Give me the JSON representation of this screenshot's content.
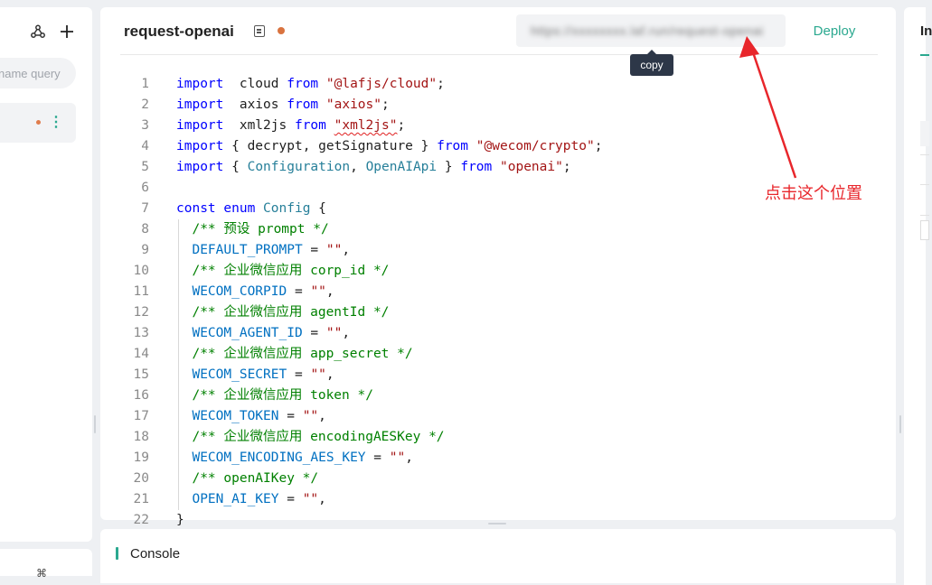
{
  "sidebar": {
    "search_placeholder": "name query",
    "function_more_icon": "⋮"
  },
  "editor": {
    "function_name": "request-openai",
    "url_text": "https://xxxxxxxx.laf.run/request-openai",
    "deploy_label": "Deploy",
    "copy_tooltip": "copy",
    "lines": [
      {
        "n": "1",
        "parts": [
          [
            "kw",
            "import"
          ],
          [
            "",
            "  cloud "
          ],
          [
            "kw",
            "from"
          ],
          [
            "",
            " "
          ],
          [
            "str",
            "\"@lafjs/cloud\""
          ],
          [
            "",
            ";"
          ]
        ]
      },
      {
        "n": "2",
        "parts": [
          [
            "kw",
            "import"
          ],
          [
            "",
            "  axios "
          ],
          [
            "kw",
            "from"
          ],
          [
            "",
            " "
          ],
          [
            "str",
            "\"axios\""
          ],
          [
            "",
            ";"
          ]
        ]
      },
      {
        "n": "3",
        "parts": [
          [
            "kw",
            "import"
          ],
          [
            "",
            "  xml2js "
          ],
          [
            "kw",
            "from"
          ],
          [
            "",
            " "
          ],
          [
            "str sq",
            "\"xml2js\""
          ],
          [
            "",
            ";"
          ]
        ]
      },
      {
        "n": "4",
        "parts": [
          [
            "kw",
            "import"
          ],
          [
            "",
            " { decrypt, getSignature } "
          ],
          [
            "kw",
            "from"
          ],
          [
            "",
            " "
          ],
          [
            "str",
            "\"@wecom/crypto\""
          ],
          [
            "",
            ";"
          ]
        ]
      },
      {
        "n": "5",
        "parts": [
          [
            "kw",
            "import"
          ],
          [
            "",
            " { "
          ],
          [
            "tp",
            "Configuration"
          ],
          [
            "",
            ", "
          ],
          [
            "tp",
            "OpenAIApi"
          ],
          [
            "",
            " } "
          ],
          [
            "kw",
            "from"
          ],
          [
            "",
            " "
          ],
          [
            "str",
            "\"openai\""
          ],
          [
            "",
            ";"
          ]
        ]
      },
      {
        "n": "6",
        "parts": []
      },
      {
        "n": "7",
        "parts": [
          [
            "kw",
            "const"
          ],
          [
            "",
            " "
          ],
          [
            "kw",
            "enum"
          ],
          [
            "",
            " "
          ],
          [
            "tp",
            "Config"
          ],
          [
            "",
            " {"
          ]
        ]
      },
      {
        "n": "8",
        "parts": [
          [
            "",
            "  "
          ],
          [
            "cm",
            "/** 预设 prompt */"
          ]
        ]
      },
      {
        "n": "9",
        "parts": [
          [
            "",
            "  "
          ],
          [
            "cn",
            "DEFAULT_PROMPT"
          ],
          [
            "",
            " = "
          ],
          [
            "str",
            "\"\""
          ],
          [
            "",
            ","
          ]
        ]
      },
      {
        "n": "10",
        "parts": [
          [
            "",
            "  "
          ],
          [
            "cm",
            "/** 企业微信应用 corp_id */"
          ]
        ]
      },
      {
        "n": "11",
        "parts": [
          [
            "",
            "  "
          ],
          [
            "cn",
            "WECOM_CORPID"
          ],
          [
            "",
            " = "
          ],
          [
            "str",
            "\"\""
          ],
          [
            "",
            ","
          ]
        ]
      },
      {
        "n": "12",
        "parts": [
          [
            "",
            "  "
          ],
          [
            "cm",
            "/** 企业微信应用 agentId */"
          ]
        ]
      },
      {
        "n": "13",
        "parts": [
          [
            "",
            "  "
          ],
          [
            "cn",
            "WECOM_AGENT_ID"
          ],
          [
            "",
            " = "
          ],
          [
            "str",
            "\"\""
          ],
          [
            "",
            ","
          ]
        ]
      },
      {
        "n": "14",
        "parts": [
          [
            "",
            "  "
          ],
          [
            "cm",
            "/** 企业微信应用 app_secret */"
          ]
        ]
      },
      {
        "n": "15",
        "parts": [
          [
            "",
            "  "
          ],
          [
            "cn",
            "WECOM_SECRET"
          ],
          [
            "",
            " = "
          ],
          [
            "str",
            "\"\""
          ],
          [
            "",
            ","
          ]
        ]
      },
      {
        "n": "16",
        "parts": [
          [
            "",
            "  "
          ],
          [
            "cm",
            "/** 企业微信应用 token */"
          ]
        ]
      },
      {
        "n": "17",
        "parts": [
          [
            "",
            "  "
          ],
          [
            "cn",
            "WECOM_TOKEN"
          ],
          [
            "",
            " = "
          ],
          [
            "str",
            "\"\""
          ],
          [
            "",
            ","
          ]
        ]
      },
      {
        "n": "18",
        "parts": [
          [
            "",
            "  "
          ],
          [
            "cm",
            "/** 企业微信应用 encodingAESKey */"
          ]
        ]
      },
      {
        "n": "19",
        "parts": [
          [
            "",
            "  "
          ],
          [
            "cn",
            "WECOM_ENCODING_AES_KEY"
          ],
          [
            "",
            " = "
          ],
          [
            "str",
            "\"\""
          ],
          [
            "",
            ","
          ]
        ]
      },
      {
        "n": "20",
        "parts": [
          [
            "",
            "  "
          ],
          [
            "cm",
            "/** openAIKey */"
          ]
        ]
      },
      {
        "n": "21",
        "parts": [
          [
            "",
            "  "
          ],
          [
            "cn",
            "OPEN_AI_KEY"
          ],
          [
            "",
            " = "
          ],
          [
            "str",
            "\"\""
          ],
          [
            "",
            ","
          ]
        ]
      },
      {
        "n": "22",
        "parts": [
          [
            "",
            "}"
          ]
        ]
      }
    ]
  },
  "console": {
    "title": "Console"
  },
  "right_panel": {
    "tab_label": "In"
  },
  "annotation": {
    "text": "点击这个位置",
    "color": "#e8262b"
  },
  "colors": {
    "accent": "#2aa88f",
    "unsaved": "#d9733f"
  }
}
